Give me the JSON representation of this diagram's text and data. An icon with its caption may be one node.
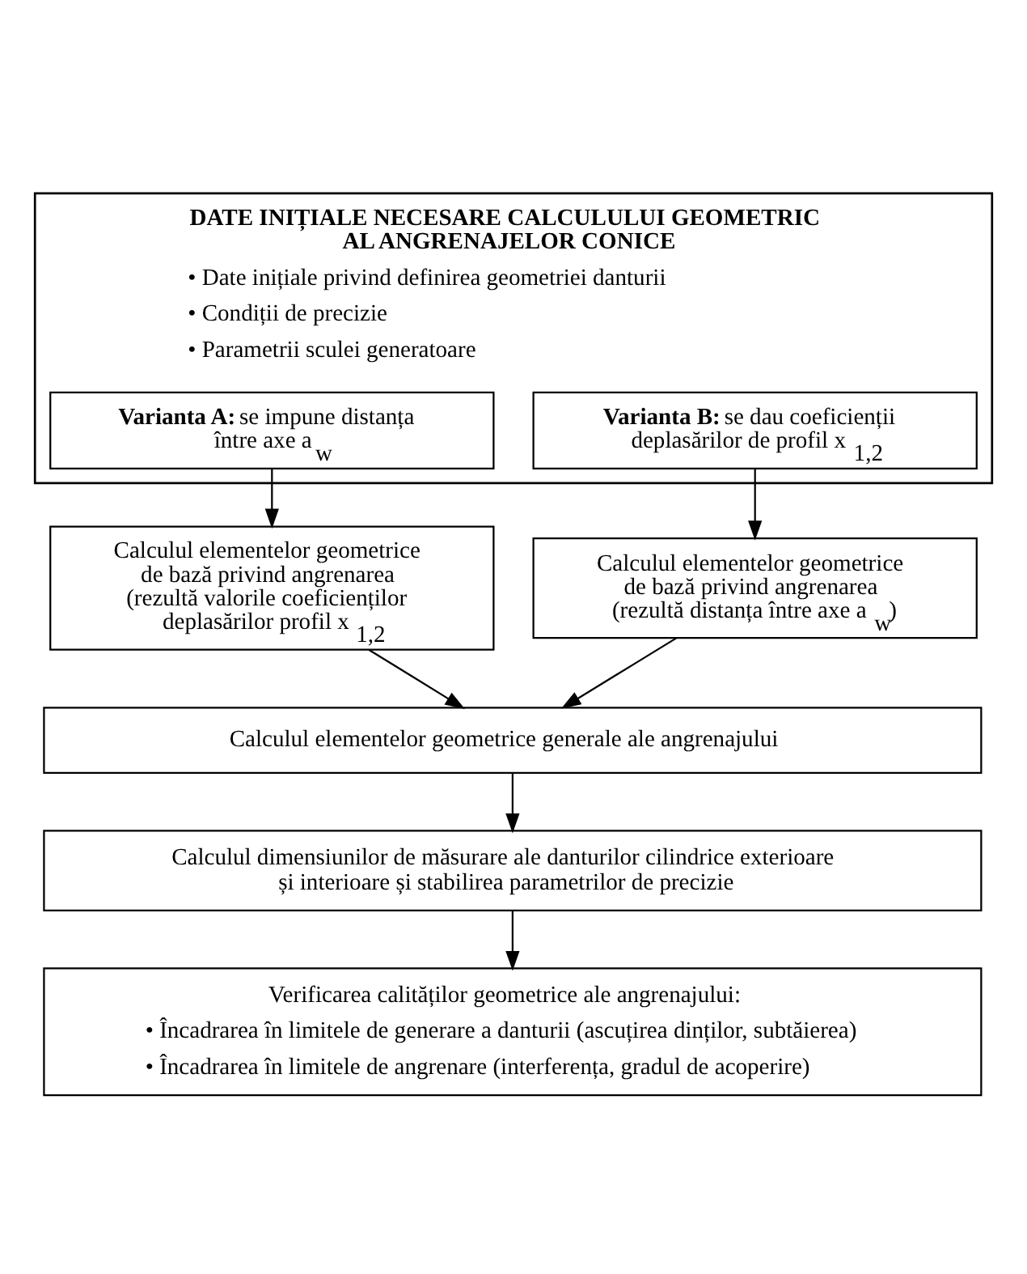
{
  "diagram": {
    "nodes": [
      {
        "text": [
          "DATE INIȚIALE NECESARE CALCULULUI GEOMETRIC AL ANGRENAJELOR CONICE",
          "• Date inițiale privind definirea geometriei danturii",
          "• Condiții de precizie",
          "• Parametrii sculei generatoare"
        ]
      },
      {
        "text": [
          "**Varianta A:** se impune distanța între axe a$_{w}$"
        ],
        "in": 0
      },
      {
        "text": [
          "**Varianta B:** se dau coeficienții deplasărilor de profil x$_{1,2}$"
        ],
        "in": 0
      },
      {
        "text": [
          "Calculul elementelor geometrice de bază privind angrenarea (rezultă valorile coeficienților deplasărilor profil x$_{1,2}$"
        ]
      },
      {
        "text": [
          "Calculul elementelor geometrice de bază privind angrenarea (rezultă distanța între axe a$_{w}$)"
        ]
      },
      {
        "text": [
          "Calculul elementelor geometrice generale ale angrenajului"
        ]
      },
      {
        "text": [
          "Calculul dimensiunilor de măsurare ale danturilor cilindrice exterioare și interioare și stabilirea parametrilor de precizie"
        ]
      },
      {
        "text": [
          "Verificarea calităților geometrice ale angrenajului:",
          "• Încadrarea în limitele de generare a danturii (ascuțirea dinților, subtăierea)",
          "• Încadrarea în limitele de angrenare (interferența, gradul de acoperire)"
        ]
      }
    ],
    "edges": [
      {
        "from": 1,
        "to": 3,
        "arrow": "to"
      },
      {
        "from": 2,
        "to": 4,
        "arrow": "to"
      },
      {
        "from": 3,
        "to": 5,
        "arrow": "to"
      },
      {
        "from": 4,
        "to": 5,
        "arrow": "to"
      },
      {
        "from": 5,
        "to": 6,
        "arrow": "to"
      },
      {
        "from": 6,
        "to": 7,
        "arrow": "to"
      }
    ]
  }
}
